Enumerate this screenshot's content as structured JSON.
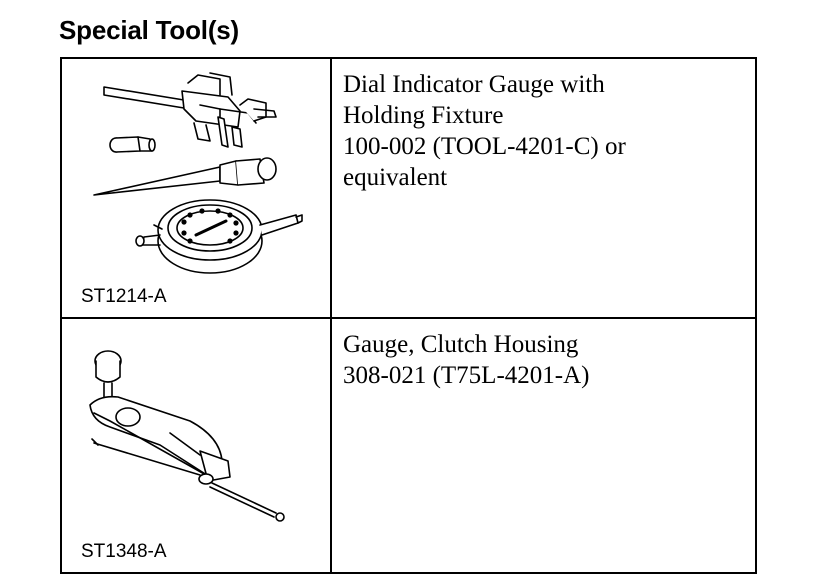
{
  "heading": "Special Tool(s)",
  "tools": [
    {
      "id": "ST1214-A",
      "icon": "dial-indicator-gauge-illustration",
      "description_lines": [
        "Dial Indicator Gauge with",
        "Holding Fixture",
        "100-002 (TOOL-4201-C) or",
        "equivalent"
      ]
    },
    {
      "id": "ST1348-A",
      "icon": "clutch-housing-gauge-illustration",
      "description_lines": [
        "Gauge, Clutch Housing",
        "308-021 (T75L-4201-A)"
      ]
    }
  ]
}
